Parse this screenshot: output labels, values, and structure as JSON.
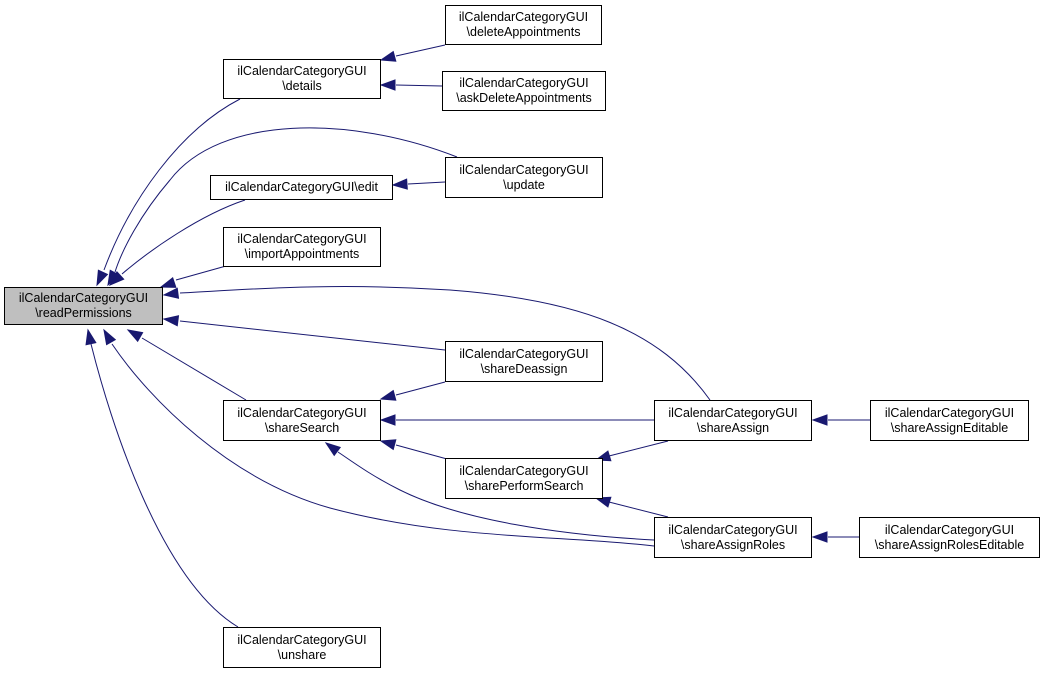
{
  "diagram": {
    "type": "call-graph",
    "colors": {
      "edge": "#191970",
      "root_fill": "#bfbfbf",
      "node_fill": "#ffffff",
      "border": "#000000"
    },
    "nodes": [
      {
        "id": "readPermissions",
        "line1": "ilCalendarCategoryGUI",
        "line2": "\\readPermissions",
        "root": true
      },
      {
        "id": "details",
        "line1": "ilCalendarCategoryGUI",
        "line2": "\\details"
      },
      {
        "id": "deleteAppointments",
        "line1": "ilCalendarCategoryGUI",
        "line2": "\\deleteAppointments"
      },
      {
        "id": "askDeleteAppointments",
        "line1": "ilCalendarCategoryGUI",
        "line2": "\\askDeleteAppointments"
      },
      {
        "id": "edit",
        "line1": "ilCalendarCategoryGUI\\edit",
        "line2": ""
      },
      {
        "id": "update",
        "line1": "ilCalendarCategoryGUI",
        "line2": "\\update"
      },
      {
        "id": "importAppointments",
        "line1": "ilCalendarCategoryGUI",
        "line2": "\\importAppointments"
      },
      {
        "id": "shareDeassign",
        "line1": "ilCalendarCategoryGUI",
        "line2": "\\shareDeassign"
      },
      {
        "id": "shareSearch",
        "line1": "ilCalendarCategoryGUI",
        "line2": "\\shareSearch"
      },
      {
        "id": "sharePerformSearch",
        "line1": "ilCalendarCategoryGUI",
        "line2": "\\sharePerformSearch"
      },
      {
        "id": "shareAssign",
        "line1": "ilCalendarCategoryGUI",
        "line2": "\\shareAssign"
      },
      {
        "id": "shareAssignEditable",
        "line1": "ilCalendarCategoryGUI",
        "line2": "\\shareAssignEditable"
      },
      {
        "id": "shareAssignRoles",
        "line1": "ilCalendarCategoryGUI",
        "line2": "\\shareAssignRoles"
      },
      {
        "id": "shareAssignRolesEditable",
        "line1": "ilCalendarCategoryGUI",
        "line2": "\\shareAssignRolesEditable"
      },
      {
        "id": "unshare",
        "line1": "ilCalendarCategoryGUI",
        "line2": "\\unshare"
      }
    ],
    "edges": [
      {
        "from": "details",
        "to": "readPermissions"
      },
      {
        "from": "update",
        "to": "readPermissions"
      },
      {
        "from": "edit",
        "to": "readPermissions"
      },
      {
        "from": "importAppointments",
        "to": "readPermissions"
      },
      {
        "from": "shareAssign",
        "to": "readPermissions"
      },
      {
        "from": "shareDeassign",
        "to": "readPermissions"
      },
      {
        "from": "shareSearch",
        "to": "readPermissions"
      },
      {
        "from": "shareAssignRoles",
        "to": "readPermissions"
      },
      {
        "from": "unshare",
        "to": "readPermissions"
      },
      {
        "from": "deleteAppointments",
        "to": "details"
      },
      {
        "from": "askDeleteAppointments",
        "to": "details"
      },
      {
        "from": "update",
        "to": "edit"
      },
      {
        "from": "shareDeassign",
        "to": "shareSearch"
      },
      {
        "from": "shareAssign",
        "to": "shareSearch"
      },
      {
        "from": "sharePerformSearch",
        "to": "shareSearch"
      },
      {
        "from": "shareAssignRoles",
        "to": "shareSearch"
      },
      {
        "from": "shareAssign",
        "to": "sharePerformSearch"
      },
      {
        "from": "shareAssignRoles",
        "to": "sharePerformSearch"
      },
      {
        "from": "shareAssignEditable",
        "to": "shareAssign"
      },
      {
        "from": "shareAssignRolesEditable",
        "to": "shareAssignRoles"
      }
    ]
  }
}
